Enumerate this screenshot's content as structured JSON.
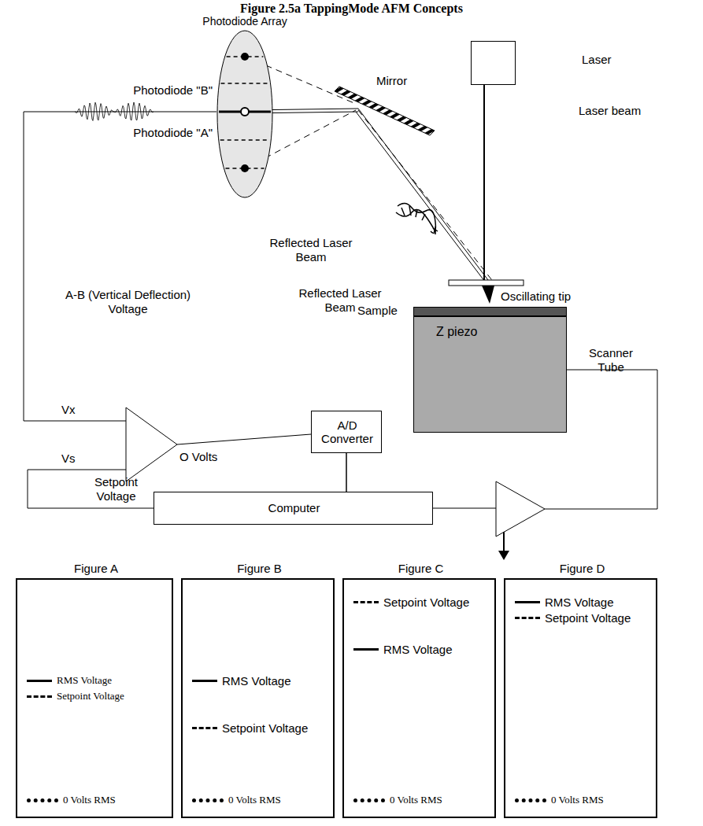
{
  "diagram": {
    "title": "Figure 2.5a TappingMode AFM Concepts",
    "nodes": [
      {
        "text": [
          "Photodiode Array"
        ]
      },
      {
        "text": [
          "Laser"
        ]
      },
      {
        "text": [
          "Sample"
        ]
      },
      {
        "text": [
          "Z piezo"
        ]
      },
      {
        "text": [
          "A/D Converter"
        ]
      },
      {
        "text": [
          "Computer"
        ]
      },
      {
        "text": [
          "Figure A",
          "RMS Voltage",
          "Setpoint Voltage",
          "0 Volts RMS"
        ]
      },
      {
        "text": [
          "Figure B",
          "RMS Voltage",
          "Setpoint Voltage",
          "0 Volts RMS"
        ]
      },
      {
        "text": [
          "Figure C",
          "Setpoint Voltage",
          "RMS Voltage",
          "0 Volts RMS"
        ]
      },
      {
        "text": [
          "Figure D",
          "RMS Voltage",
          "Setpoint Voltage",
          "0 Volts RMS"
        ]
      }
    ],
    "edges": [
      {
        "from": 4,
        "to": 5,
        "arrow": "none"
      }
    ],
    "labels": [
      "Photodiode \"B\"",
      "Photodiode \"A\"",
      "Mirror",
      "Laser beam",
      "Reflected Laser Beam",
      "Reflected Laser Beam",
      "Oscillating tip",
      "A-B (Vertical Deflection) Voltage",
      "Vx",
      "Vs",
      "O Volts",
      "Setpoint Voltage",
      "Scanner Tube"
    ]
  }
}
